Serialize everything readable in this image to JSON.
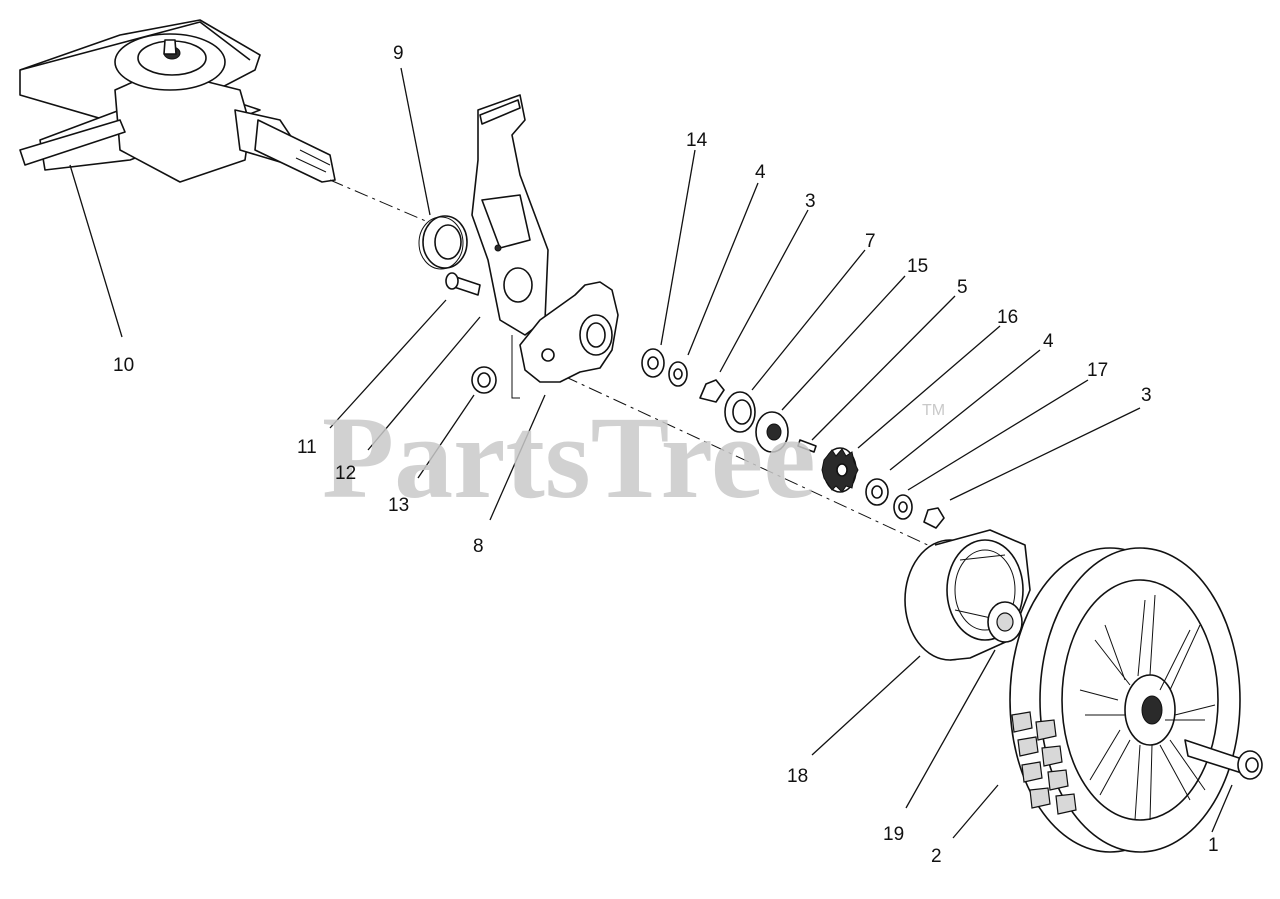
{
  "diagram": {
    "callouts": [
      {
        "id": "c1",
        "label": "1"
      },
      {
        "id": "c2",
        "label": "2"
      },
      {
        "id": "c3a",
        "label": "3"
      },
      {
        "id": "c3b",
        "label": "3"
      },
      {
        "id": "c4a",
        "label": "4"
      },
      {
        "id": "c4b",
        "label": "4"
      },
      {
        "id": "c5",
        "label": "5"
      },
      {
        "id": "c7",
        "label": "7"
      },
      {
        "id": "c8",
        "label": "8"
      },
      {
        "id": "c9",
        "label": "9"
      },
      {
        "id": "c10",
        "label": "10"
      },
      {
        "id": "c11",
        "label": "11"
      },
      {
        "id": "c12",
        "label": "12"
      },
      {
        "id": "c13",
        "label": "13"
      },
      {
        "id": "c14",
        "label": "14"
      },
      {
        "id": "c15",
        "label": "15"
      },
      {
        "id": "c16",
        "label": "16"
      },
      {
        "id": "c17",
        "label": "17"
      },
      {
        "id": "c18",
        "label": "18"
      },
      {
        "id": "c19",
        "label": "19"
      }
    ]
  },
  "watermark": {
    "text": "PartsTree",
    "trademark": "TM",
    "color": "#c9c9c9"
  }
}
